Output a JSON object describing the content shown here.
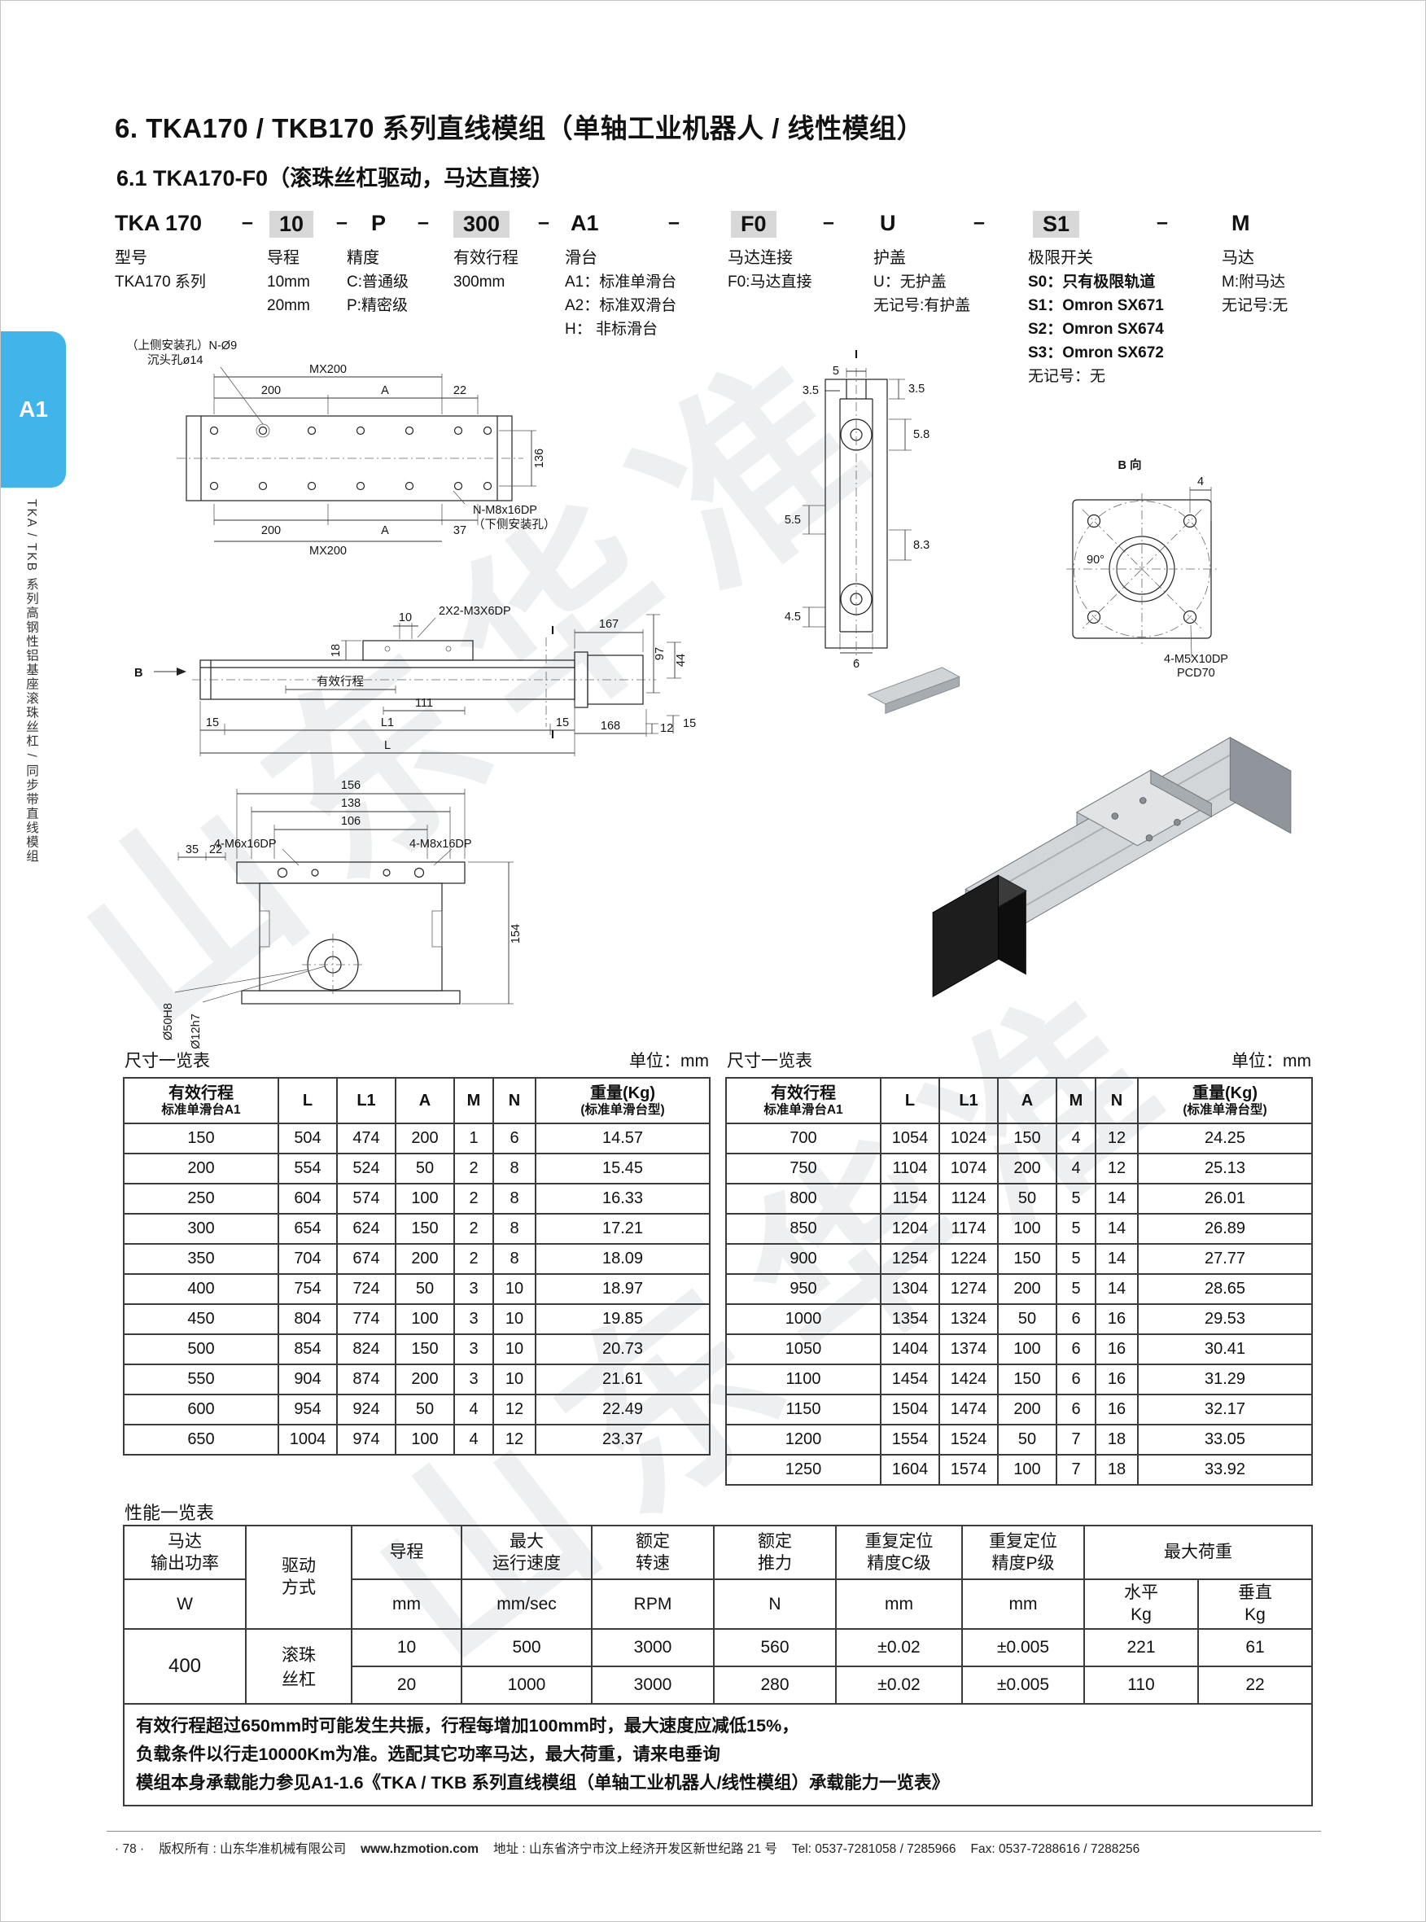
{
  "page": {
    "section_title": "6. TKA170 / TKB170 系列直线模组（单轴工业机器人 / 线性模组）",
    "subsection_title": "6.1 TKA170-F0（滚珠丝杠驱动，马达直接）",
    "watermark": "山东华准"
  },
  "sidebar": {
    "tab": "A1",
    "series_label": "TKA / TKB 系列高钢性铝基座滚珠丝杠 / 同步带直线模组"
  },
  "model_code": {
    "separator": "–",
    "segments": [
      {
        "code": "TKA 170"
      },
      {
        "code": "10"
      },
      {
        "code": "P"
      },
      {
        "code": "300"
      },
      {
        "code": "A1"
      },
      {
        "code": "F0"
      },
      {
        "code": "U"
      },
      {
        "code": "S1"
      },
      {
        "code": "M"
      }
    ],
    "legend": [
      {
        "label": "型号",
        "options": [
          "TKA170 系列"
        ]
      },
      {
        "label": "导程",
        "options": [
          "10mm",
          "20mm"
        ]
      },
      {
        "label": "精度",
        "options": [
          "C:普通级",
          "P:精密级"
        ]
      },
      {
        "label": "有效行程",
        "options": [
          "300mm"
        ]
      },
      {
        "label": "滑台",
        "options": [
          "A1：标准单滑台",
          "A2：标准双滑台",
          "H： 非标滑台"
        ]
      },
      {
        "label": "马达连接",
        "options": [
          "F0:马达直接"
        ]
      },
      {
        "label": "护盖",
        "options": [
          "U：无护盖",
          "无记号:有护盖"
        ]
      },
      {
        "label": "极限开关",
        "options": [
          "S0：只有极限轨道",
          "S1：Omron SX671",
          "S2：Omron SX674",
          "S3：Omron SX672",
          "无记号：无"
        ]
      },
      {
        "label": "马达",
        "options": [
          "M:附马达",
          "无记号:无"
        ]
      }
    ]
  },
  "drawings": {
    "plan": {
      "note_top": "（上侧安装孔）N-Ø9",
      "note_cbore": "沉头孔ø14",
      "mx200_top": "MX200",
      "d200_top": "200",
      "dA_top": "A",
      "d22": "22",
      "d136": "136",
      "d200_bot": "200",
      "dA_bot": "A",
      "d37": "37",
      "mx200_bot": "MX200",
      "callout_bottom": "N-M8x16DP",
      "callout_bottom_note": "（下侧安装孔）"
    },
    "side": {
      "view_b": "B",
      "d10": "10",
      "d18": "18",
      "callout_carriage": "2X2-M3X6DP",
      "d167": "167",
      "sec_i": "I",
      "d97": "97",
      "d44": "44",
      "stroke_label": "有效行程",
      "d111": "111",
      "d15_left": "15",
      "dL1": "L1",
      "d15_right": "15",
      "dL": "L",
      "d168": "168",
      "d12": "12",
      "d15_m": "15"
    },
    "section": {
      "title": "I",
      "d5": "5",
      "d35a": "3.5",
      "d35b": "3.5",
      "d58": "5.8",
      "d55": "5.5",
      "d83": "8.3",
      "d45": "4.5",
      "d6": "6"
    },
    "flange": {
      "title": "B 向",
      "d4": "4",
      "d90": "90°",
      "callout": "4-M5X10DP",
      "pcd": "PCD70"
    },
    "xsection": {
      "d156": "156",
      "d138": "138",
      "d106": "106",
      "callout_left": "4-M6x16DP",
      "callout_right": "4-M8x16DP",
      "d35": "35",
      "d22": "22",
      "d154": "154",
      "shaft1": "Ø50H8",
      "shaft2": "Ø12h7"
    }
  },
  "dim_tables": {
    "caption": "尺寸一览表",
    "unit": "单位：mm",
    "h_stroke_1": "有效行程",
    "h_stroke_2": "标准单滑台A1",
    "h_L": "L",
    "h_L1": "L1",
    "h_A": "A",
    "h_M": "M",
    "h_N": "N",
    "h_w_1": "重量(Kg)",
    "h_w_2": "(标准单滑台型)",
    "left_rows": [
      [
        "150",
        "504",
        "474",
        "200",
        "1",
        "6",
        "14.57"
      ],
      [
        "200",
        "554",
        "524",
        "50",
        "2",
        "8",
        "15.45"
      ],
      [
        "250",
        "604",
        "574",
        "100",
        "2",
        "8",
        "16.33"
      ],
      [
        "300",
        "654",
        "624",
        "150",
        "2",
        "8",
        "17.21"
      ],
      [
        "350",
        "704",
        "674",
        "200",
        "2",
        "8",
        "18.09"
      ],
      [
        "400",
        "754",
        "724",
        "50",
        "3",
        "10",
        "18.97"
      ],
      [
        "450",
        "804",
        "774",
        "100",
        "3",
        "10",
        "19.85"
      ],
      [
        "500",
        "854",
        "824",
        "150",
        "3",
        "10",
        "20.73"
      ],
      [
        "550",
        "904",
        "874",
        "200",
        "3",
        "10",
        "21.61"
      ],
      [
        "600",
        "954",
        "924",
        "50",
        "4",
        "12",
        "22.49"
      ],
      [
        "650",
        "1004",
        "974",
        "100",
        "4",
        "12",
        "23.37"
      ]
    ],
    "right_rows": [
      [
        "700",
        "1054",
        "1024",
        "150",
        "4",
        "12",
        "24.25"
      ],
      [
        "750",
        "1104",
        "1074",
        "200",
        "4",
        "12",
        "25.13"
      ],
      [
        "800",
        "1154",
        "1124",
        "50",
        "5",
        "14",
        "26.01"
      ],
      [
        "850",
        "1204",
        "1174",
        "100",
        "5",
        "14",
        "26.89"
      ],
      [
        "900",
        "1254",
        "1224",
        "150",
        "5",
        "14",
        "27.77"
      ],
      [
        "950",
        "1304",
        "1274",
        "200",
        "5",
        "14",
        "28.65"
      ],
      [
        "1000",
        "1354",
        "1324",
        "50",
        "6",
        "16",
        "29.53"
      ],
      [
        "1050",
        "1404",
        "1374",
        "100",
        "6",
        "16",
        "30.41"
      ],
      [
        "1100",
        "1454",
        "1424",
        "150",
        "6",
        "16",
        "31.29"
      ],
      [
        "1150",
        "1504",
        "1474",
        "200",
        "6",
        "16",
        "32.17"
      ],
      [
        "1200",
        "1554",
        "1524",
        "50",
        "7",
        "18",
        "33.05"
      ],
      [
        "1250",
        "1604",
        "1574",
        "100",
        "7",
        "18",
        "33.92"
      ]
    ]
  },
  "performance": {
    "caption": "性能一览表",
    "h_motor_1": "马达",
    "h_motor_2": "输出功率",
    "h_motor_u": "W",
    "h_drive_1": "驱动",
    "h_drive_2": "方式",
    "h_lead_1": "导程",
    "h_lead_u": "mm",
    "h_speed_1": "最大",
    "h_speed_2": "运行速度",
    "h_speed_u": "mm/sec",
    "h_rpm_1": "额定",
    "h_rpm_2": "转速",
    "h_rpm_u": "RPM",
    "h_thrust_1": "额定",
    "h_thrust_2": "推力",
    "h_thrust_u": "N",
    "h_repc_1": "重复定位",
    "h_repc_2": "精度C级",
    "h_repc_u": "mm",
    "h_repp_1": "重复定位",
    "h_repp_2": "精度P级",
    "h_repp_u": "mm",
    "h_load": "最大荷重",
    "h_load_h_1": "水平",
    "h_load_h_2": "Kg",
    "h_load_v_1": "垂直",
    "h_load_v_2": "Kg",
    "motor_power": "400",
    "drive_1": "滚珠",
    "drive_2": "丝杠",
    "rows": [
      [
        "10",
        "500",
        "3000",
        "560",
        "±0.02",
        "±0.005",
        "221",
        "61"
      ],
      [
        "20",
        "1000",
        "3000",
        "280",
        "±0.02",
        "±0.005",
        "110",
        "22"
      ]
    ]
  },
  "notes": {
    "line1": "有效行程超过650mm时可能发生共振，行程每增加100mm时，最大速度应减低15%，",
    "line2": "负载条件以行走10000Km为准。选配其它功率马达，最大荷重，请来电垂询",
    "line3": "模组本身承载能力参见A1-1.6《TKA / TKB 系列直线模组（单轴工业机器人/线性模组）承载能力一览表》"
  },
  "footer": {
    "page_no": "· 78 ·",
    "copyright": "版权所有 : 山东华准机械有限公司",
    "url": "www.hzmotion.com",
    "address": "地址 : 山东省济宁市汶上经济开发区新世纪路 21 号",
    "tel": "Tel: 0537-7281058 / 7285966",
    "fax": "Fax: 0537-7288616 / 7288256"
  }
}
